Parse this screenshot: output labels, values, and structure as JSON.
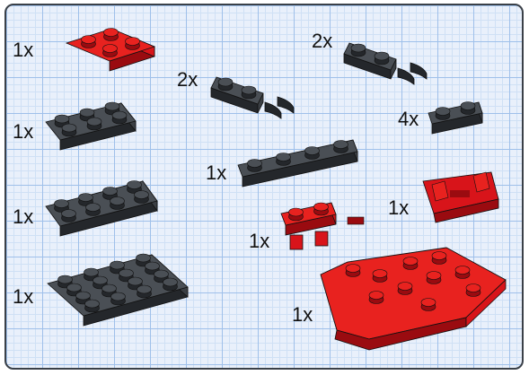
{
  "parts": [
    {
      "id": "plate-2x2-red",
      "quantity": "1x",
      "color": "red",
      "desc": "Plate 2x2"
    },
    {
      "id": "plate-1x2-clip-a",
      "quantity": "2x",
      "color": "dark",
      "desc": "Plate 1x2 with clip"
    },
    {
      "id": "plate-1x2-clip-b",
      "quantity": "2x",
      "color": "dark",
      "desc": "Plate 1x2 with clip"
    },
    {
      "id": "plate-2x3-dark",
      "quantity": "1x",
      "color": "dark",
      "desc": "Plate 2x3"
    },
    {
      "id": "plate-1x2-dark",
      "quantity": "4x",
      "color": "dark",
      "desc": "Plate 1x2"
    },
    {
      "id": "plate-1x4-dark",
      "quantity": "1x",
      "color": "dark",
      "desc": "Plate 1x4"
    },
    {
      "id": "plate-2x4-dark",
      "quantity": "1x",
      "color": "dark",
      "desc": "Plate 2x4"
    },
    {
      "id": "hinge-red",
      "quantity": "1x",
      "color": "red",
      "desc": "Hinge plate"
    },
    {
      "id": "plate-1x2-red-clip",
      "quantity": "1x",
      "color": "red",
      "desc": "Plate 1x2 with clips"
    },
    {
      "id": "plate-4x4-dark",
      "quantity": "1x",
      "color": "dark",
      "desc": "Plate 4x4"
    },
    {
      "id": "wedge-plate-red",
      "quantity": "1x",
      "color": "red",
      "desc": "Wedge plate"
    }
  ],
  "colors": {
    "red": "#d8141a",
    "red_dark": "#9a0b10",
    "red_top": "#e8221f",
    "dark": "#3b3f44",
    "dark_side": "#24272b",
    "dark_top": "#4a4f55",
    "grid_major": "#9fc0ea",
    "grid_minor": "#cfe0f5",
    "paper": "#e9f0fb"
  }
}
